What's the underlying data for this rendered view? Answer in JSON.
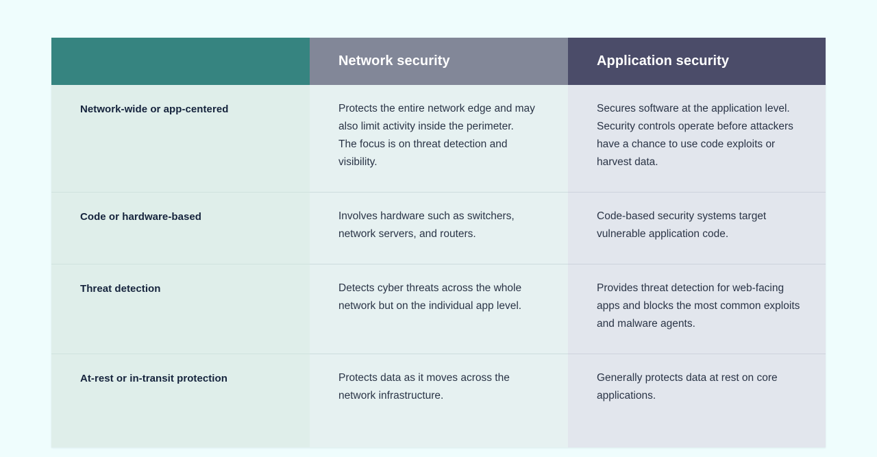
{
  "page": {
    "background_color": "#effdfd"
  },
  "table": {
    "header": {
      "label_column": "",
      "columns": [
        {
          "label": "Network security",
          "color": "#828798"
        },
        {
          "label": "Application security",
          "color": "#4b4c69"
        }
      ],
      "blank_cell_color": "#368480"
    },
    "column_colors": {
      "label": "#dfeeea",
      "network": "#e6f1f1",
      "application": "#e2e6ed"
    },
    "rows": [
      {
        "label": "Network-wide or app-centered",
        "network": [
          "Protects the entire network edge and may also limit activity inside the perimeter.",
          "The focus is on threat detection and visibility."
        ],
        "application": [
          "Secures software at the application level.",
          "Security controls operate before attackers have a chance to use code exploits or harvest data."
        ]
      },
      {
        "label": "Code or hardware-based",
        "network": [
          "Involves hardware such as switchers, network servers, and routers."
        ],
        "application": [
          "Code-based security systems target vulnerable application code."
        ]
      },
      {
        "label": "Threat detection",
        "network": [
          "Detects cyber threats across the whole network but on the individual app level."
        ],
        "application": [
          "Provides threat detection for web-facing apps and blocks the most common exploits and malware agents."
        ]
      },
      {
        "label": "At-rest or in-transit protection",
        "network": [
          "Protects data as it moves across the network infrastructure."
        ],
        "application": [
          "Generally protects data at rest on core applications."
        ]
      }
    ]
  }
}
